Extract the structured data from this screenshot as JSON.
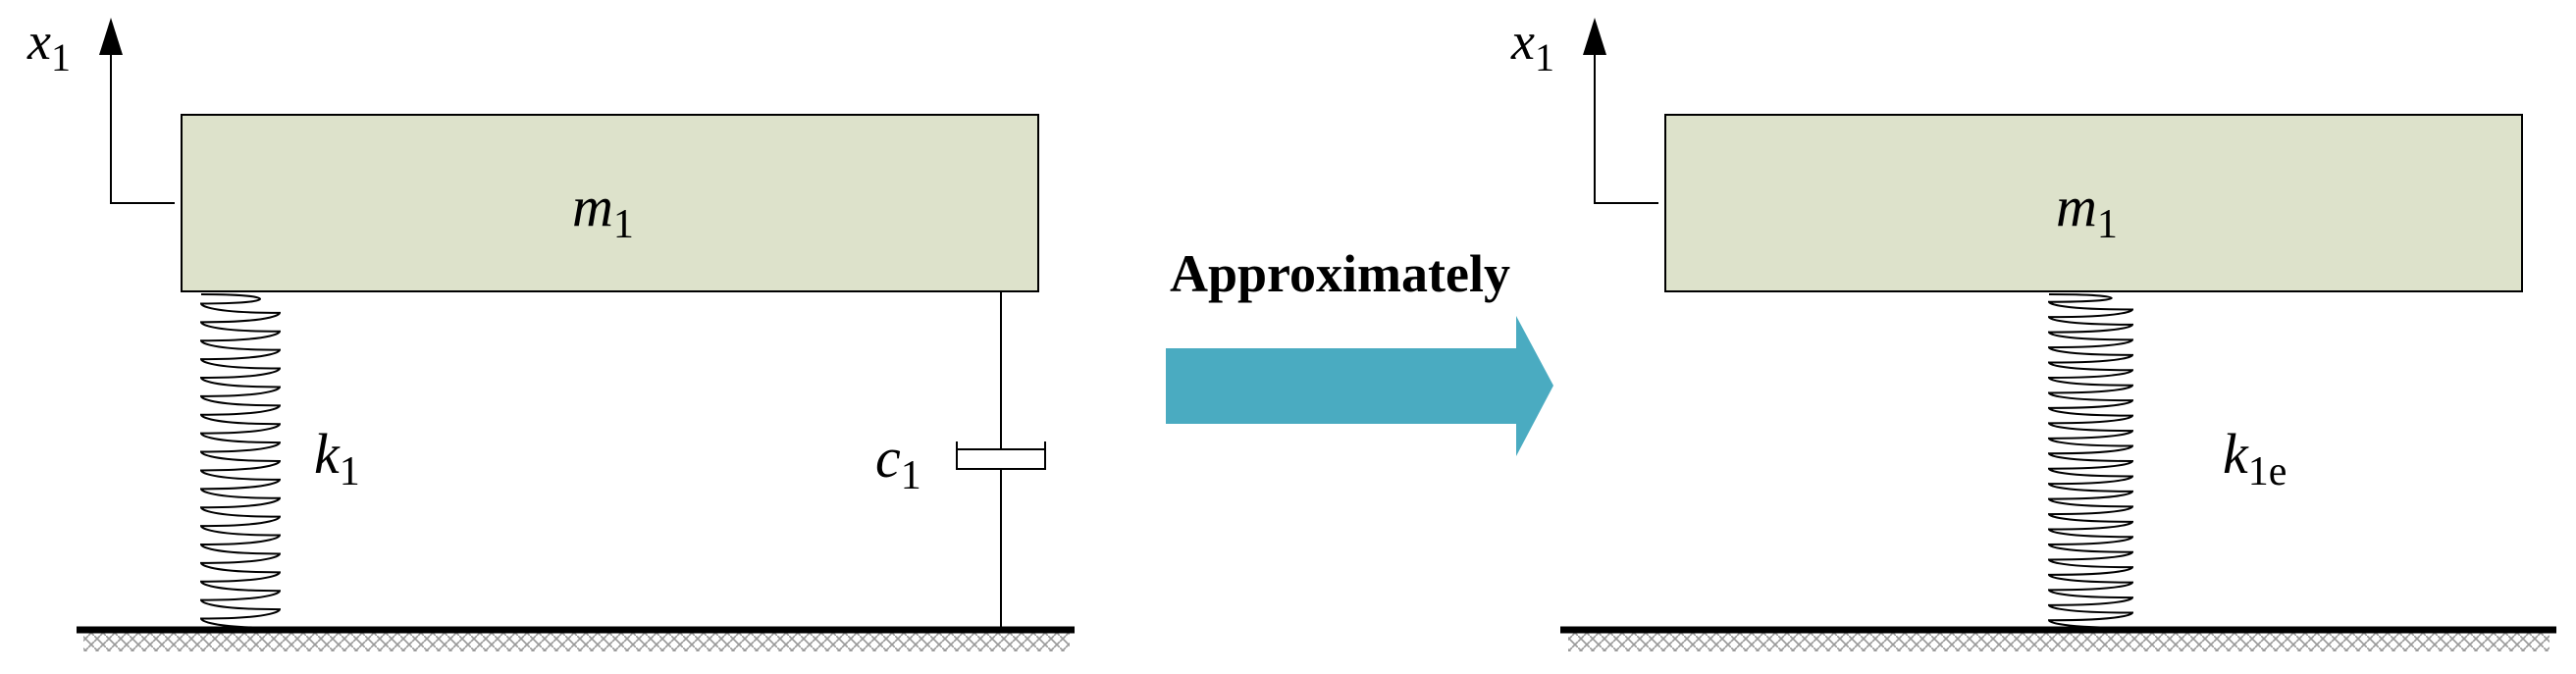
{
  "left": {
    "mass_symbol": "m",
    "mass_subscript": "1",
    "displacement_symbol": "x",
    "displacement_subscript": "1",
    "spring_symbol": "k",
    "spring_subscript": "1",
    "damper_symbol": "c",
    "damper_subscript": "1"
  },
  "arrow_label": "Approximately",
  "right": {
    "mass_symbol": "m",
    "mass_subscript": "1",
    "displacement_symbol": "x",
    "displacement_subscript": "1",
    "spring_symbol": "k",
    "spring_subscript": "1e"
  },
  "colors": {
    "mass_fill": "#dde2cb",
    "arrow_fill": "#4aabc1",
    "line": "#000000",
    "ground_hatch": "#9a9a9a"
  }
}
